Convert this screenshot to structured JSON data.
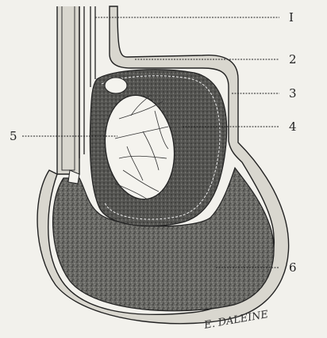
{
  "figure": {
    "signature": "E. DALEINE",
    "labels": [
      {
        "id": "1",
        "text": "I"
      },
      {
        "id": "2",
        "text": "2"
      },
      {
        "id": "3",
        "text": "3"
      },
      {
        "id": "4",
        "text": "4"
      },
      {
        "id": "5",
        "text": "5"
      },
      {
        "id": "6",
        "text": "6"
      }
    ]
  }
}
